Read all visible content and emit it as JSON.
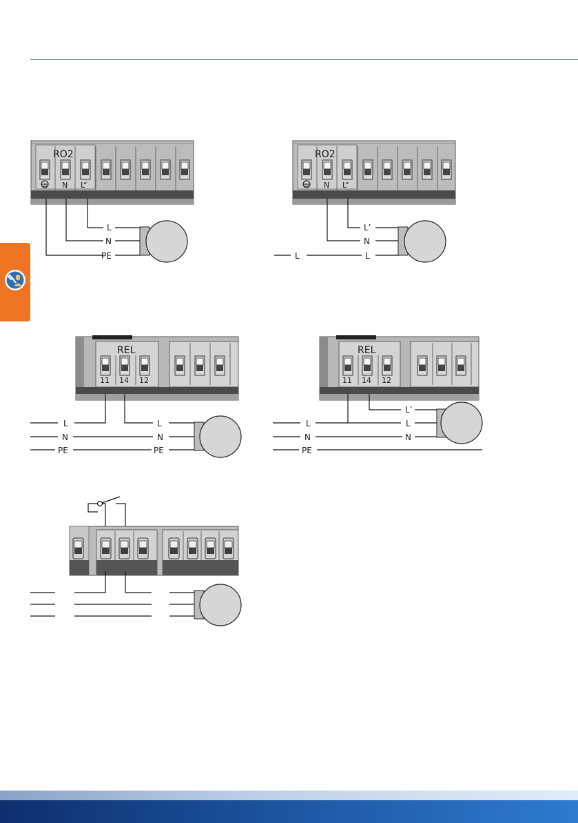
{
  "colors": {
    "accent_orange": "#ec7423",
    "rule": "#4a7d8c",
    "footer_dark": "#0d2f6e",
    "footer_light": "#2e7bd0"
  },
  "side_tab": {
    "icon": "technician-tools-icon"
  },
  "diagram1": {
    "block_label": "RO2",
    "terminal_labels": [
      "N",
      "L“"
    ],
    "wire_labels": [
      "L",
      "N",
      "PE"
    ]
  },
  "diagram2": {
    "block_label": "RO2",
    "terminal_labels": [
      "N",
      "L“"
    ],
    "wire_labels": [
      "L’",
      "N",
      "L"
    ],
    "input_label": "L"
  },
  "diagram3": {
    "block_label": "REL",
    "terminal_labels": [
      "11",
      "14",
      "12"
    ],
    "left_labels": [
      "L",
      "N",
      "PE"
    ],
    "right_labels": [
      "L",
      "N",
      "PE"
    ]
  },
  "diagram4": {
    "block_label": "REL",
    "terminal_labels": [
      "11",
      "14",
      "12"
    ],
    "left_labels": [
      "L",
      "N",
      "PE"
    ],
    "right_labels": [
      "L’",
      "L",
      "N"
    ]
  }
}
